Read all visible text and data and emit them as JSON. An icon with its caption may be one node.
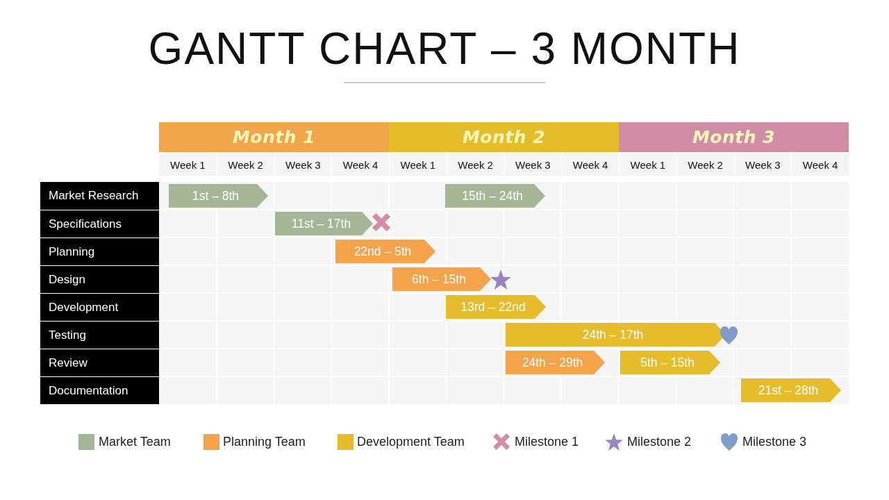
{
  "diagram": {
    "title": "GANTT CHART – 3 MONTH",
    "nodes": [
      {
        "text": [
          "Month 1"
        ]
      },
      {
        "text": [
          "Month 2"
        ]
      },
      {
        "text": [
          "Month 3"
        ]
      },
      {
        "text": [
          "Market Research"
        ]
      },
      {
        "text": [
          "1st – 8th"
        ]
      },
      {
        "text": [
          "15th – 24th"
        ]
      },
      {
        "text": [
          "Specifications"
        ]
      },
      {
        "text": [
          "11st – 17th"
        ]
      },
      {
        "text": [],
        "shape": "cross"
      },
      {
        "text": [
          "Planning"
        ]
      },
      {
        "text": [
          "22nd – 5th"
        ]
      },
      {
        "text": [
          "Design"
        ]
      },
      {
        "text": [
          "6th – 15th"
        ]
      },
      {
        "text": [],
        "shape": "star"
      },
      {
        "text": [
          "Development"
        ]
      },
      {
        "text": [
          "13rd – 22nd"
        ]
      },
      {
        "text": [
          "Testing"
        ]
      },
      {
        "text": [
          "24th – 17th"
        ]
      },
      {
        "text": [],
        "shape": "heart"
      },
      {
        "text": [
          "Review"
        ]
      },
      {
        "text": [
          "24th – 29th"
        ]
      },
      {
        "text": [
          "5th – 15th"
        ]
      },
      {
        "text": [
          "Documentation"
        ]
      },
      {
        "text": [
          "21st – 28th"
        ]
      }
    ],
    "labels": [
      "Week 1",
      "Week 2",
      "Week 3",
      "Week 4",
      "Week 1",
      "Week 2",
      "Week 3",
      "Week 4",
      "Week 1",
      "Week 2",
      "Week 3",
      "Week 4"
    ],
    "legend": [
      {
        "text": "Market Team",
        "color": "#a5b596"
      },
      {
        "text": "Planning Team",
        "color": "#f4a34b"
      },
      {
        "text": "Development Team",
        "color": "#e6bc2d"
      },
      {
        "text": "Milestone 1"
      },
      {
        "text": "Milestone 2"
      },
      {
        "text": "Milestone 3"
      }
    ]
  }
}
